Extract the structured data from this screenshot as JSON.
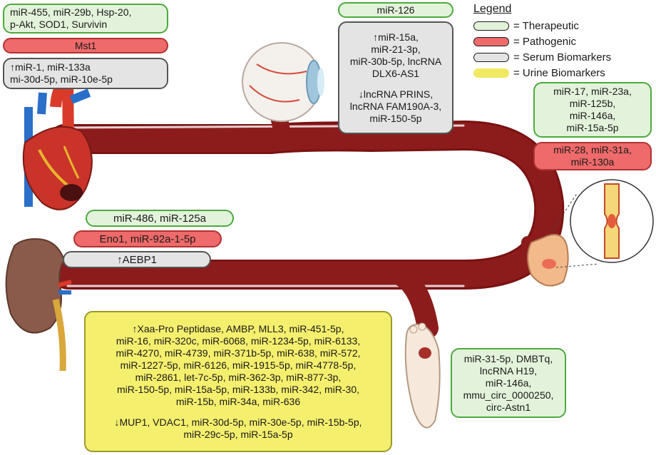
{
  "legend": {
    "title": "Legend",
    "items": [
      {
        "label": "= Therapeutic",
        "color": "#e3f3db",
        "border": "#4caa3d"
      },
      {
        "label": "= Pathogenic",
        "color": "#ef6a6a",
        "border": "#b23232"
      },
      {
        "label": "= Serum Biomarkers",
        "color": "#e4e4e4",
        "border": "#555555"
      },
      {
        "label": "= Urine Biomarkers",
        "color": "#f5ef6e",
        "border": "#f0ea60"
      }
    ]
  },
  "heart": {
    "therapeutic": [
      "miR-455, miR-29b, Hsp-20,",
      "p-Akt, SOD1, Survivin"
    ],
    "pathogenic": [
      "Mst1"
    ],
    "serum": [
      "↑miR-1, miR-133a",
      "mi-30d-5p, miR-10e-5p"
    ]
  },
  "eye": {
    "therapeutic": [
      "miR-126"
    ],
    "serum_up": [
      "↑miR-15a,",
      "miR-21-3p,",
      "miR-30b-5p, lncRNA",
      "DLX6-AS1"
    ],
    "serum_down": [
      "↓lncRNA PRINS,",
      "lncRNA FAM190A-3,",
      "miR-150-5p"
    ]
  },
  "hand": {
    "therapeutic": [
      "miR-17, miR-23a,",
      "miR-125b,",
      "miR-146a,",
      "miR-15a-5p"
    ],
    "pathogenic": [
      "miR-28, miR-31a,",
      "miR-130a"
    ]
  },
  "kidney": {
    "therapeutic": [
      "miR-486, miR-125a"
    ],
    "pathogenic": [
      "Eno1, miR-92a-1-5p"
    ],
    "serum": [
      "↑AEBP1"
    ],
    "urine_up": [
      "↑Xaa-Pro Peptidase, AMBP, MLL3, miR-451-5p,",
      "miR-16, miR-320c, miR-6068, miR-1234-5p, miR-6133,",
      "miR-4270, miR-4739, miR-371b-5p, miR-638, miR-572,",
      "miR-1227-5p, miR-6126, miR-1915-5p, miR-4778-5p,",
      "miR-2861,  let-7c-5p, miR-362-3p, miR-877-3p,",
      "miR-150-5p, miR-15a-5p, miR-133b, miR-342, miR-30,",
      "miR-15b, miR-34a, miR-636"
    ],
    "urine_down": [
      "↓MUP1, VDAC1, miR-30d-5p, miR-30e-5p, miR-15b-5p,",
      "miR-29c-5p, miR-15a-5p"
    ]
  },
  "foot": {
    "therapeutic": [
      "miR-31-5p, DMBTq,",
      "lncRNA H19,",
      "miR-146a,",
      "mmu_circ_0000250,",
      "circ-Astn1"
    ]
  }
}
